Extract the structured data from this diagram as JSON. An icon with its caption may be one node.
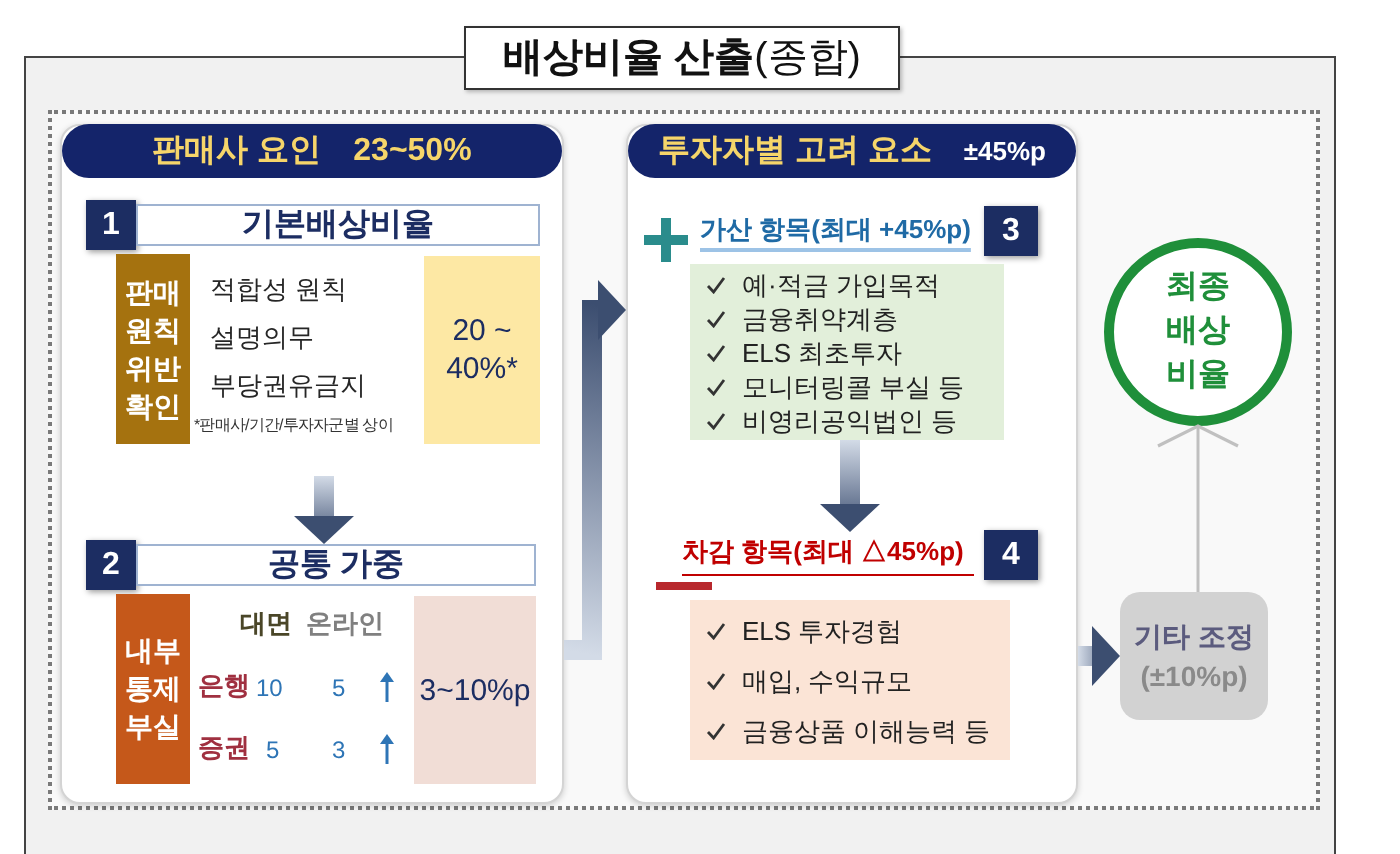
{
  "diagram": {
    "title": "**배상비율 산출**(종합)",
    "nodes": [
      {
        "text": [
          "판매사 요인",
          "23~50%"
        ]
      },
      {
        "text": [
          "1"
        ],
        "in": 0
      },
      {
        "text": [
          "기본배상비율"
        ],
        "in": 0
      },
      {
        "text": [
          "판매 원칙 위반 확인"
        ],
        "in": 0
      },
      {
        "text": [
          "20 ~ 40%*"
        ],
        "in": 0
      },
      {
        "text": [
          "2"
        ],
        "in": 0
      },
      {
        "text": [
          "공통 가중"
        ],
        "in": 0
      },
      {
        "text": [
          "내부 통제 부실"
        ],
        "in": 0
      },
      {
        "text": [
          "3~10%p"
        ],
        "in": 0
      },
      {
        "text": [
          "투자자별 고려 요소",
          "±45%p"
        ]
      },
      {
        "text": [
          "3"
        ],
        "in": 9
      },
      {
        "text": [
          "예·적금 가입목적",
          "금융취약계층",
          "ELS 최초투자",
          "모니터링콜 부실 등",
          "비영리공익법인 등"
        ],
        "in": 9
      },
      {
        "text": [
          "차감 항목(최대 △45%p)"
        ],
        "in": 9
      },
      {
        "text": [
          "4"
        ],
        "in": 9
      },
      {
        "text": [
          "ELS 투자경험",
          "매입, 수익규모",
          "금융상품 이해능력 등"
        ],
        "in": 9
      },
      {
        "text": [
          "최종 배상 비율"
        ]
      },
      {
        "text": [
          "기타 조정",
          "(±10%p)"
        ]
      }
    ],
    "edges": [
      {
        "from": null,
        "to": 6,
        "arrow": "to",
        "style": "thick"
      },
      {
        "from": 0,
        "to": 9,
        "arrow": "to",
        "style": "thick"
      },
      {
        "from": 11,
        "to": 12,
        "arrow": "to",
        "style": "thick"
      },
      {
        "from": 9,
        "to": 16,
        "arrow": "to",
        "style": "thick"
      },
      {
        "from": 16,
        "to": 15,
        "arrow": "to",
        "color": "#c0c0c0"
      }
    ],
    "labels": [
      "적합성 원칙",
      "설명의무",
      "부당권유금지",
      "*판매사/기간/투자자군별 상이",
      "대면",
      "온라인",
      "은행",
      "10",
      "5",
      "증권",
      "5",
      "3",
      "가산 항목(최대 +45%p)"
    ]
  }
}
